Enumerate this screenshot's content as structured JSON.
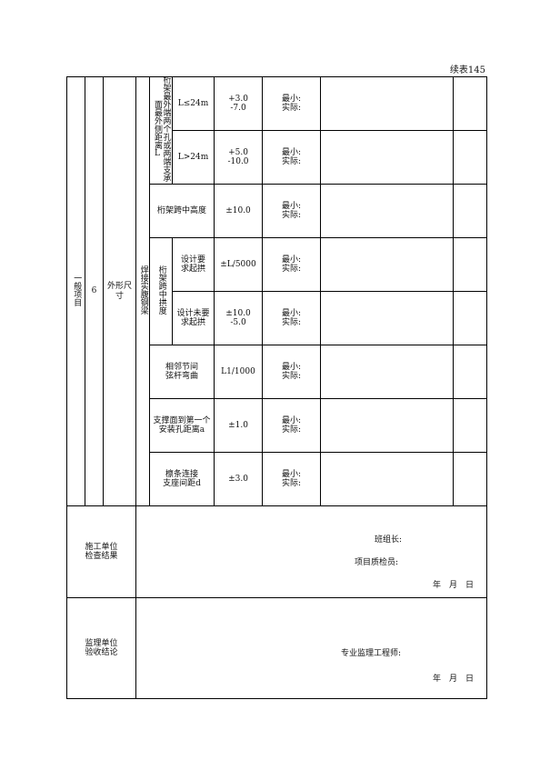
{
  "page_label": "续表145",
  "category": "一般项目",
  "index": "6",
  "item_name": "外形尺寸",
  "member_type": "焊接实腹钢梁",
  "rows": [
    {
      "group": "桁架最外端两个孔或两端支承面最外侧距离L",
      "condition": "L≤24m",
      "tolerance": "+3.0\n-7.0",
      "min_label": "最小:",
      "actual_label": "实际:"
    },
    {
      "group": "",
      "condition": "L>24m",
      "tolerance": "+5.0\n-10.0",
      "min_label": "最小:",
      "actual_label": "实际:"
    },
    {
      "label": "桁架跨中高度",
      "tolerance": "±10.0",
      "min_label": "最小:",
      "actual_label": "实际:"
    },
    {
      "group": "桁架跨中拱度",
      "condition": "设计要\n求起拱",
      "tolerance": "±L/5000",
      "min_label": "最小:",
      "actual_label": "实际:"
    },
    {
      "group": "",
      "condition": "设计未要\n求起拱",
      "tolerance": "±10.0\n-5.0",
      "min_label": "最小:",
      "actual_label": "实际:"
    },
    {
      "label": "相邻节间\n弦杆弯曲",
      "tolerance": "L1/1000",
      "min_label": "最小:",
      "actual_label": "实际:"
    },
    {
      "label": "支撑面到第一个\n安装孔距离a",
      "tolerance": "±1.0",
      "min_label": "最小:",
      "actual_label": "实际:"
    },
    {
      "label": "檩条连接\n支座间距d",
      "tolerance": "±3.0",
      "min_label": "最小:",
      "actual_label": "实际:"
    }
  ],
  "construction": {
    "label": "施工单位\n检查结果",
    "team_leader": "班组长:",
    "quality_inspector": "项目质检员:",
    "date": "年　月　日"
  },
  "supervision": {
    "label": "监理单位\n验收结论",
    "engineer": "专业监理工程师:",
    "date": "年　月　日"
  }
}
